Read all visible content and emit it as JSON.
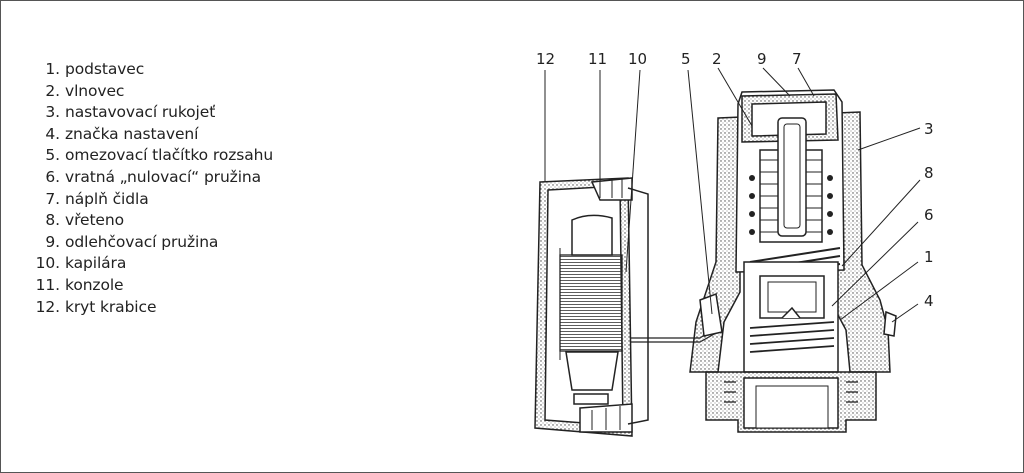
{
  "legend": [
    {
      "num": "1.",
      "label": "podstavec"
    },
    {
      "num": "2.",
      "label": "vlnovec"
    },
    {
      "num": "3.",
      "label": "nastavovací rukojeť"
    },
    {
      "num": "4.",
      "label": "značka nastavení"
    },
    {
      "num": "5.",
      "label": "omezovací tlačítko rozsahu"
    },
    {
      "num": "6.",
      "label": "vratná „nulovací“ pružina"
    },
    {
      "num": "7.",
      "label": "náplň čidla"
    },
    {
      "num": "8.",
      "label": "vřeteno"
    },
    {
      "num": "9.",
      "label": "odlehčovací pružina"
    },
    {
      "num": "10.",
      "label": "kapilára"
    },
    {
      "num": "11.",
      "label": "konzole"
    },
    {
      "num": "12.",
      "label": "kryt krabice"
    }
  ],
  "callouts": {
    "c12": "12",
    "c11": "11",
    "c10": "10",
    "c5": "5",
    "c2": "2",
    "c9": "9",
    "c7": "7",
    "c3": "3",
    "c8": "8",
    "c6": "6",
    "c1": "1",
    "c4": "4"
  },
  "colors": {
    "line": "#222222",
    "frame": "#555555",
    "text": "#222222"
  }
}
